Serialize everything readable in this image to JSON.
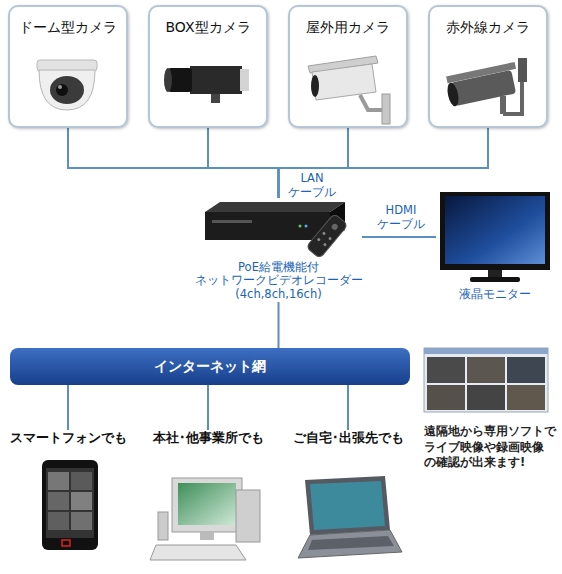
{
  "diagram": {
    "nodes": [
      {
        "text": [
          "ドーム型カメラ"
        ]
      },
      {
        "text": [
          "BOX型カメラ"
        ]
      },
      {
        "text": [
          "屋外用カメラ"
        ]
      },
      {
        "text": [
          "赤外線カメラ"
        ]
      },
      {
        "text": [
          "PoE給電機能付 ネットワークビデオレコーダー (4ch,8ch,16ch)"
        ]
      },
      {
        "text": [
          "液晶モニター"
        ]
      },
      {
        "text": [
          "インターネット網"
        ]
      },
      {
        "text": [
          "スマートフォンでも"
        ]
      },
      {
        "text": [
          "本社･他事業所でも"
        ]
      },
      {
        "text": [
          "ご自宅･出張先でも"
        ]
      }
    ],
    "edges": [
      {
        "from": 0,
        "to": 4,
        "arrow": "none"
      },
      {
        "from": 1,
        "to": 4,
        "label": "LAN ケーブル",
        "arrow": "none"
      },
      {
        "from": 2,
        "to": 4,
        "arrow": "none"
      },
      {
        "from": 3,
        "to": 4,
        "arrow": "none"
      },
      {
        "from": 4,
        "to": 5,
        "label": "HDMI ケーブル",
        "arrow": "none"
      },
      {
        "from": 4,
        "to": 6,
        "arrow": "none"
      },
      {
        "from": 6,
        "to": 7,
        "arrow": "none"
      },
      {
        "from": 6,
        "to": 8,
        "arrow": "none"
      },
      {
        "from": 6,
        "to": 9,
        "arrow": "none"
      }
    ],
    "labels": [
      "遠隔地から専用ソフトで ライブ映像や録画映像 の確認が出来ます!"
    ]
  }
}
